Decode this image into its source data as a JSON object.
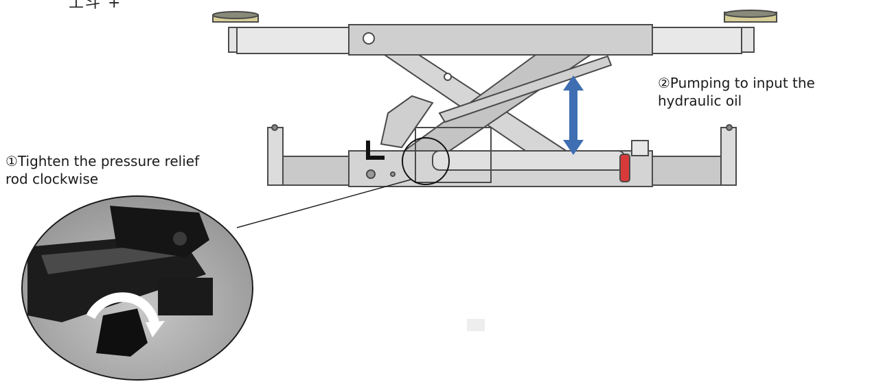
{
  "header": {
    "fragment": "工斗 +"
  },
  "annotations": {
    "step1": {
      "line1": "①Tighten the pressure relief",
      "line2": "rod clockwise"
    },
    "step2": {
      "line1": "②Pumping to input the",
      "line2": "hydraulic oil"
    }
  },
  "colors": {
    "frame": "#c9c9c9",
    "frame_stroke": "#4a4a4a",
    "pad": "#d8cf98",
    "arrow": "#3f6fb2",
    "valve_red": "#d83a3a"
  }
}
